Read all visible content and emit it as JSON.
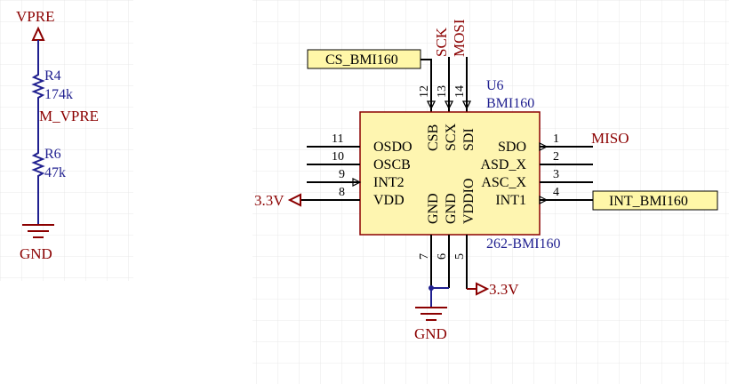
{
  "left_sheet": {
    "power_top": "VPRE",
    "r4": {
      "designator": "R4",
      "value": "174k"
    },
    "mid_net": "M_VPRE",
    "r6": {
      "designator": "R6",
      "value": "47k"
    },
    "ground": "GND"
  },
  "u6": {
    "designator": "U6",
    "part": "BMI160",
    "footprint": "262-BMI160",
    "top_nets": {
      "sck": "SCK",
      "mosi": "MOSI"
    },
    "cs_label": "CS_BMI160",
    "int_label": "INT_BMI160",
    "miso_net": "MISO",
    "pwr_left": "3.3V",
    "pwr_bottom": "3.3V",
    "gnd_bottom": "GND",
    "left_pins": [
      {
        "num": "11",
        "name": "OSDO"
      },
      {
        "num": "10",
        "name": "OSCB"
      },
      {
        "num": "9",
        "name": "INT2"
      },
      {
        "num": "8",
        "name": "VDD"
      }
    ],
    "right_pins": [
      {
        "num": "1",
        "name": "SDO"
      },
      {
        "num": "2",
        "name": "ASD_X"
      },
      {
        "num": "3",
        "name": "ASC_X"
      },
      {
        "num": "4",
        "name": "INT1"
      }
    ],
    "top_pins": [
      {
        "num": "12",
        "name": "CSB"
      },
      {
        "num": "13",
        "name": "SCX"
      },
      {
        "num": "14",
        "name": "SDI"
      }
    ],
    "bottom_pins": [
      {
        "num": "7",
        "name": "GND"
      },
      {
        "num": "6",
        "name": "GND"
      },
      {
        "num": "5",
        "name": "VDDIO"
      }
    ]
  },
  "colors": {
    "net": "#8b0000",
    "blue": "#1f1f8f",
    "component_fill": "#fef5b0",
    "component_stroke": "#8b0000",
    "label_fill": "#fff7a8",
    "grid": "#e6e6e6"
  }
}
